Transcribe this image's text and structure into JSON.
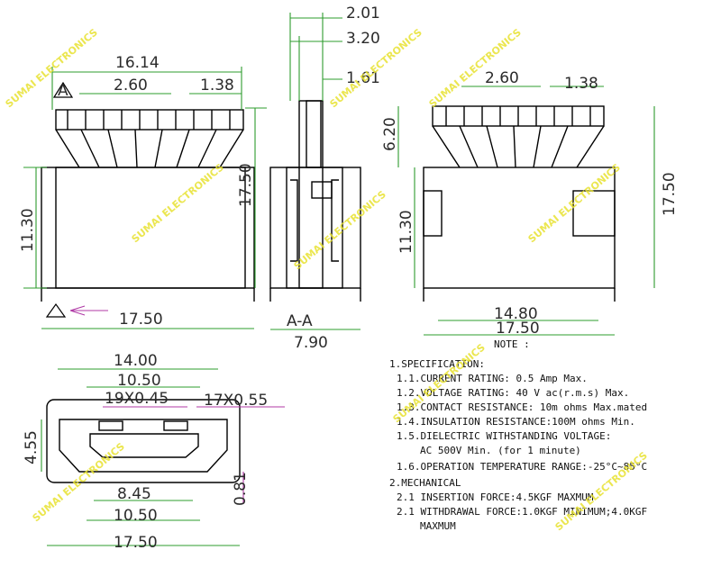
{
  "dims": {
    "top_front": {
      "overall_width": "16.14",
      "pitch": "2.60",
      "edge": "1.38",
      "height": "17.50",
      "body_height": "11.30",
      "base_width": "17.50"
    },
    "side": {
      "d1": "2.01",
      "d2": "3.20",
      "d3": "1.61",
      "section_label": "A-A",
      "width": "7.90"
    },
    "top_right": {
      "pitch": "2.60",
      "edge": "1.38",
      "pin_length": "6.20",
      "height": "17.50",
      "body_height": "11.30",
      "inner_width": "14.80",
      "width": "17.50"
    },
    "front_face": {
      "width_top": "14.00",
      "slot_width": "10.50",
      "pins_top": "19X0.45",
      "pins_right": "17X0.55",
      "height": "4.55",
      "inner_width": "8.45",
      "slot_width_bottom": "10.50",
      "width_bottom": "17.50",
      "thickness": "0.81"
    },
    "view_marker": "A"
  },
  "notes": {
    "title": "NOTE :",
    "lines": [
      "1.SPECIFICATION:",
      "1.1.CURRENT RATING: 0.5 Amp Max.",
      "1.2.VOLTAGE RATING: 40 V ac(r.m.s) Max.",
      "1.3.CONTACT RESISTANCE: 10m ohms Max.mated",
      "1.4.INSULATION RESISTANCE:100M ohms Min.",
      "1.5.DIELECTRIC WITHSTANDING VOLTAGE:",
      "AC 500V Min. (for 1 minute)",
      "1.6.OPERATION TEMPERATURE RANGE:-25°C~85°C",
      "2.MECHANICAL",
      "2.1 INSERTION FORCE:4.5KGF MAXMUM",
      "2.1 WITHDRAWAL FORCE:1.0KGF MINIMUM;4.0KGF",
      "MAXMUM"
    ]
  },
  "watermark": "SUMAI ELECTRONICS",
  "colors": {
    "outline": "#000000",
    "dimension": "#2e9c2e",
    "measure": "#b03aa6",
    "watermark": "#e8e232"
  }
}
